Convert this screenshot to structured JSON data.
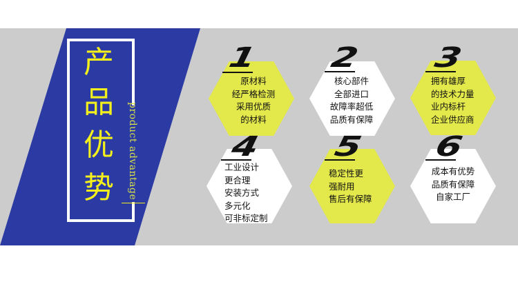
{
  "colors": {
    "background": "#ffffff",
    "band": "#cccccc",
    "blue": "#2b3ba3",
    "yellow": "#f2ef1c",
    "hex_yellow": "#e3e84b",
    "hex_white": "#ffffff",
    "text_dark": "#111111"
  },
  "title": {
    "chars": [
      "产",
      "品",
      "优",
      "势"
    ],
    "subtitle": "product advantage"
  },
  "advantages": [
    {
      "number": "1",
      "style": "yellow",
      "lines": [
        "原材料",
        "经严格检测",
        "采用优质",
        "的材料"
      ]
    },
    {
      "number": "2",
      "style": "white",
      "lines": [
        "核心部件",
        "全部进口",
        "故障率超低",
        "品质有保障"
      ]
    },
    {
      "number": "3",
      "style": "yellow",
      "lines": [
        "拥有雄厚",
        "的技术力量",
        "业内标杆",
        "企业供应商"
      ]
    },
    {
      "number": "4",
      "style": "white",
      "lines": [
        "工业设计",
        "更合理",
        "安装方式",
        "多元化",
        "可非标定制"
      ]
    },
    {
      "number": "5",
      "style": "yellow",
      "lines": [
        "稳定性更",
        "强耐用",
        "售后有保障"
      ]
    },
    {
      "number": "6",
      "style": "white",
      "lines": [
        "成本有优势",
        "品质有保障",
        "自家工厂"
      ]
    }
  ]
}
